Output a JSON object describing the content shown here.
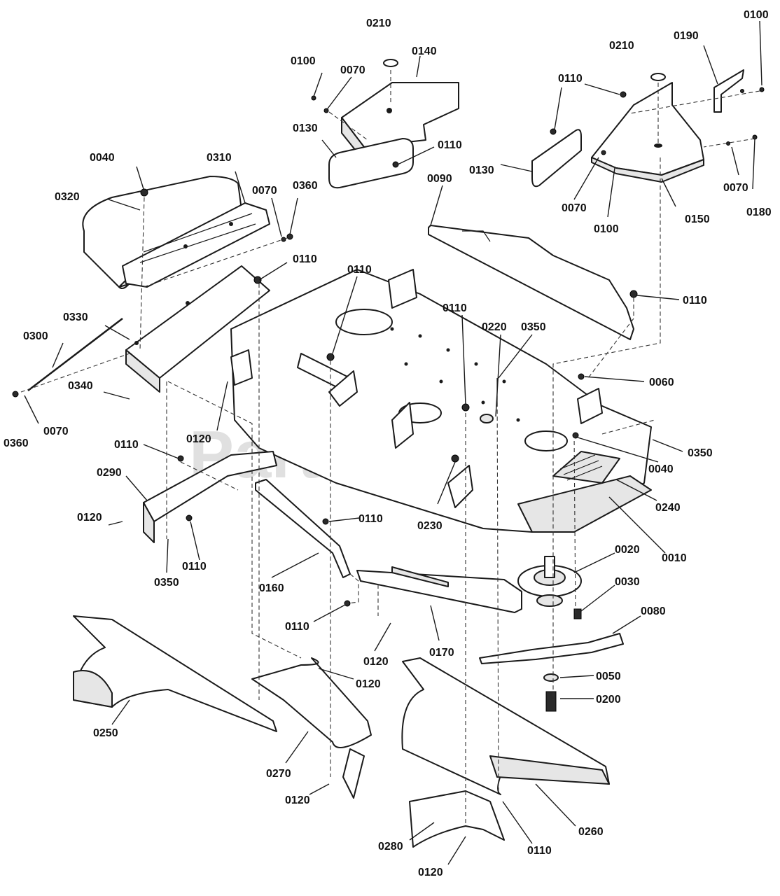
{
  "watermark": "PartsTree",
  "labels": [
    {
      "id": "0210a",
      "text": "0210"
    },
    {
      "id": "0140",
      "text": "0140"
    },
    {
      "id": "0100a",
      "text": "0100"
    },
    {
      "id": "0070a",
      "text": "0070"
    },
    {
      "id": "0130a",
      "text": "0130"
    },
    {
      "id": "0110a",
      "text": "0110"
    },
    {
      "id": "0100b",
      "text": "0100"
    },
    {
      "id": "0190",
      "text": "0190"
    },
    {
      "id": "0210b",
      "text": "0210"
    },
    {
      "id": "0110b",
      "text": "0110"
    },
    {
      "id": "0130b",
      "text": "0130"
    },
    {
      "id": "0070b",
      "text": "0070"
    },
    {
      "id": "0100c",
      "text": "0100"
    },
    {
      "id": "0150",
      "text": "0150"
    },
    {
      "id": "0070c",
      "text": "0070"
    },
    {
      "id": "0180",
      "text": "0180"
    },
    {
      "id": "0090",
      "text": "0090"
    },
    {
      "id": "0040a",
      "text": "0040"
    },
    {
      "id": "0310",
      "text": "0310"
    },
    {
      "id": "0320",
      "text": "0320"
    },
    {
      "id": "0070d",
      "text": "0070"
    },
    {
      "id": "0360a",
      "text": "0360"
    },
    {
      "id": "0110c",
      "text": "0110"
    },
    {
      "id": "0110d",
      "text": "0110"
    },
    {
      "id": "0330",
      "text": "0330"
    },
    {
      "id": "0110e",
      "text": "0110"
    },
    {
      "id": "0220",
      "text": "0220"
    },
    {
      "id": "0350a",
      "text": "0350"
    },
    {
      "id": "0110f",
      "text": "0110"
    },
    {
      "id": "0300",
      "text": "0300"
    },
    {
      "id": "0340",
      "text": "0340"
    },
    {
      "id": "0060",
      "text": "0060"
    },
    {
      "id": "0360b",
      "text": "0360"
    },
    {
      "id": "0070e",
      "text": "0070"
    },
    {
      "id": "0120a",
      "text": "0120"
    },
    {
      "id": "0350b",
      "text": "0350"
    },
    {
      "id": "0110g",
      "text": "0110"
    },
    {
      "id": "0040b",
      "text": "0040"
    },
    {
      "id": "0290",
      "text": "0290"
    },
    {
      "id": "0240",
      "text": "0240"
    },
    {
      "id": "0120b",
      "text": "0120"
    },
    {
      "id": "0110h",
      "text": "0110"
    },
    {
      "id": "0230",
      "text": "0230"
    },
    {
      "id": "0110i",
      "text": "0110"
    },
    {
      "id": "0350c",
      "text": "0350"
    },
    {
      "id": "0010",
      "text": "0010"
    },
    {
      "id": "0020",
      "text": "0020"
    },
    {
      "id": "0160",
      "text": "0160"
    },
    {
      "id": "0030",
      "text": "0030"
    },
    {
      "id": "0110j",
      "text": "0110"
    },
    {
      "id": "0080",
      "text": "0080"
    },
    {
      "id": "0120c",
      "text": "0120"
    },
    {
      "id": "0170",
      "text": "0170"
    },
    {
      "id": "0120d",
      "text": "0120"
    },
    {
      "id": "0050",
      "text": "0050"
    },
    {
      "id": "0200",
      "text": "0200"
    },
    {
      "id": "0250",
      "text": "0250"
    },
    {
      "id": "0270",
      "text": "0270"
    },
    {
      "id": "0120e",
      "text": "0120"
    },
    {
      "id": "0260",
      "text": "0260"
    },
    {
      "id": "0280",
      "text": "0280"
    },
    {
      "id": "0110k",
      "text": "0110"
    },
    {
      "id": "0120f",
      "text": "0120"
    }
  ]
}
